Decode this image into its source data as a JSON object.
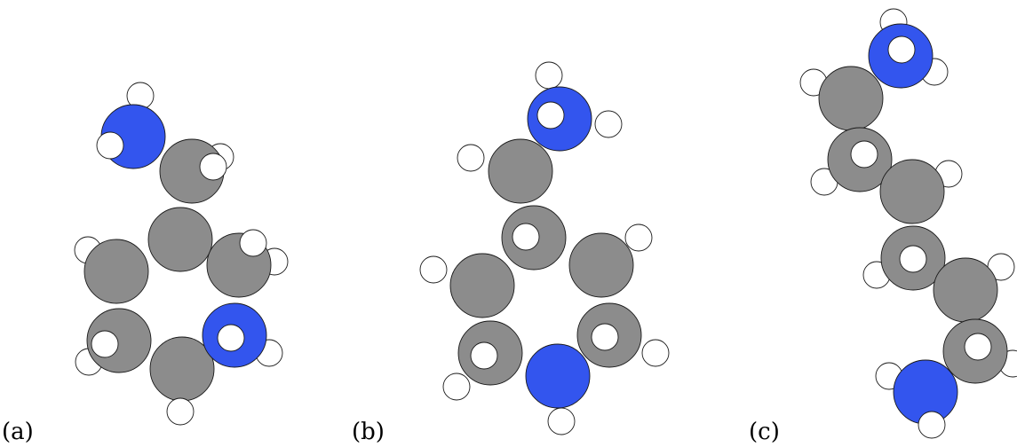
{
  "colors": {
    "carbon": "#8c8c8c",
    "nitrogen": "#3355ee",
    "hydrogen": "#ffffff",
    "outline": "#1a1a1a"
  },
  "panels": [
    {
      "label": "(a)",
      "atoms": [
        {
          "element": "N"
        },
        {
          "element": "C"
        },
        {
          "element": "C"
        },
        {
          "element": "C"
        },
        {
          "element": "C"
        },
        {
          "element": "C"
        },
        {
          "element": "N"
        },
        {
          "element": "C"
        }
      ]
    },
    {
      "label": "(b)",
      "atoms": [
        {
          "element": "N"
        },
        {
          "element": "C"
        },
        {
          "element": "C"
        },
        {
          "element": "C"
        },
        {
          "element": "C"
        },
        {
          "element": "C"
        },
        {
          "element": "C"
        },
        {
          "element": "N"
        }
      ]
    },
    {
      "label": "(c)",
      "atoms": [
        {
          "element": "N"
        },
        {
          "element": "C"
        },
        {
          "element": "C"
        },
        {
          "element": "C"
        },
        {
          "element": "C"
        },
        {
          "element": "C"
        },
        {
          "element": "C"
        },
        {
          "element": "N"
        }
      ]
    }
  ]
}
